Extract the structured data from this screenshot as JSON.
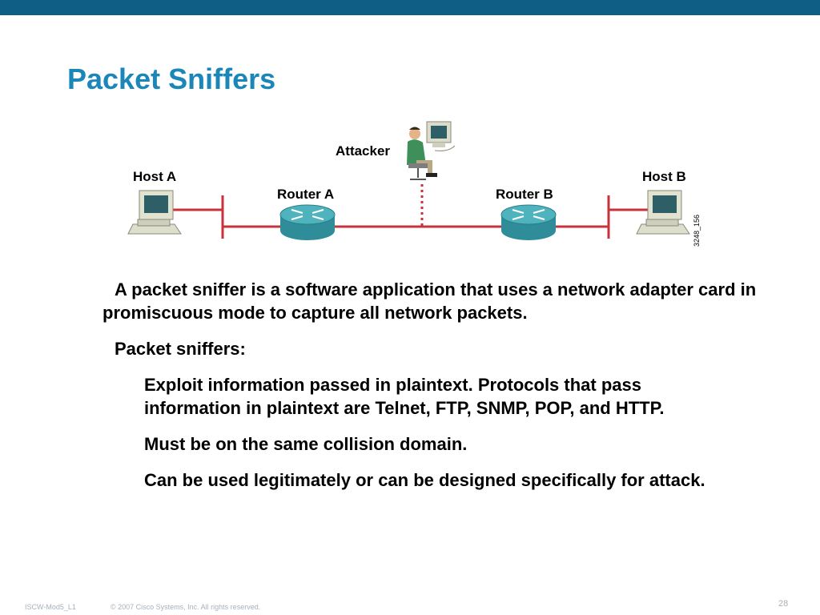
{
  "slide": {
    "title": "Packet Sniffers",
    "accent_color": "#1a87b8",
    "bar_color": "#0e5e86"
  },
  "diagram": {
    "labels": {
      "host_a": "Host A",
      "host_b": "Host B",
      "router_a": "Router A",
      "router_b": "Router B",
      "attacker": "Attacker",
      "figure_id": "3248_156"
    },
    "link_color": "#c8323c"
  },
  "content": {
    "intro": "A packet sniffer is a software application that uses a network adapter card in promiscuous mode to capture all network packets.",
    "heading": "Packet sniffers:",
    "points": [
      "Exploit information passed in plaintext. Protocols that pass information in plaintext are Telnet, FTP, SNMP, POP, and HTTP.",
      "Must be on the same collision domain.",
      "Can be used legitimately or can be designed specifically for attack."
    ]
  },
  "footer": {
    "course": "ISCW-Mod5_L1",
    "copyright": "© 2007 Cisco Systems, Inc. All rights reserved.",
    "page_number": "28"
  }
}
